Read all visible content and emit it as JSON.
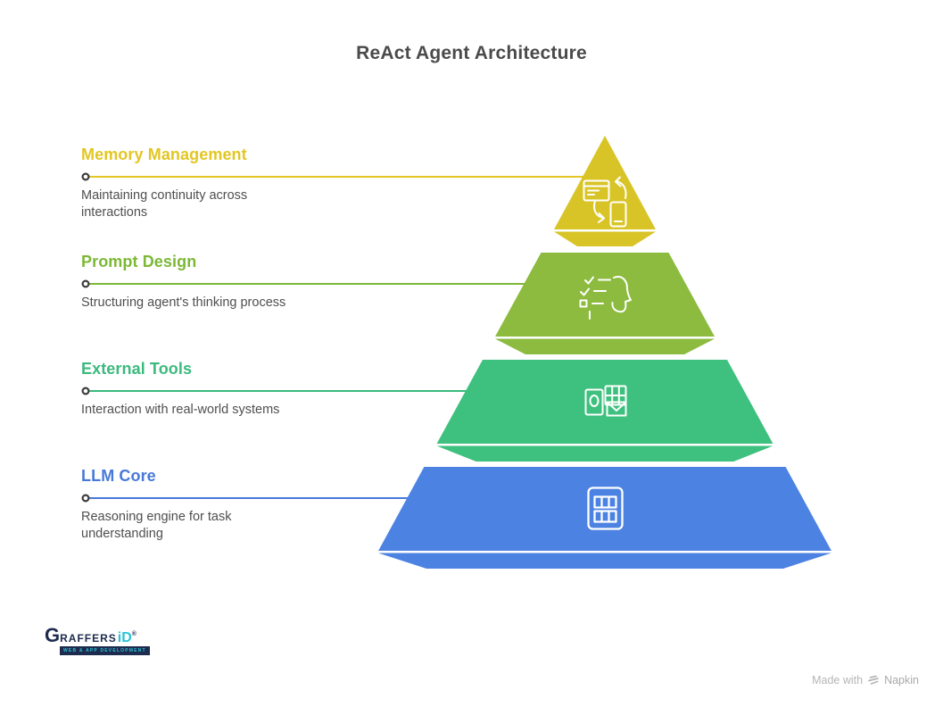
{
  "title": "ReAct Agent Architecture",
  "palette": {
    "title_color": "#4a4a4a",
    "description_color": "#4f4f4f",
    "icon_stroke": "#ffffff"
  },
  "levels": [
    {
      "heading": "Memory Management",
      "description": "Maintaining continuity across interactions",
      "heading_color": "#e3c622",
      "shape_color": "#d9c427",
      "icon": "device-sync-icon"
    },
    {
      "heading": "Prompt Design",
      "description": "Structuring agent's thinking process",
      "heading_color": "#7cb836",
      "shape_color": "#8cbb3f",
      "icon": "thinking-process-icon"
    },
    {
      "heading": "External Tools",
      "description": "Interaction with real-world systems",
      "heading_color": "#3cba7e",
      "shape_color": "#3ec07e",
      "icon": "external-tools-icon"
    },
    {
      "heading": "LLM Core",
      "description": "Reasoning engine for task understanding",
      "heading_color": "#4879d8",
      "shape_color": "#4c82e2",
      "icon": "llm-core-icon"
    }
  ],
  "footer": {
    "logo_main": "G",
    "logo_rest": "RAFFERS",
    "logo_accent": "iD",
    "logo_reg": "®",
    "logo_tagline": "WEB & APP DEVELOPMENT",
    "credit_prefix": "Made with",
    "credit_brand": "Napkin"
  }
}
